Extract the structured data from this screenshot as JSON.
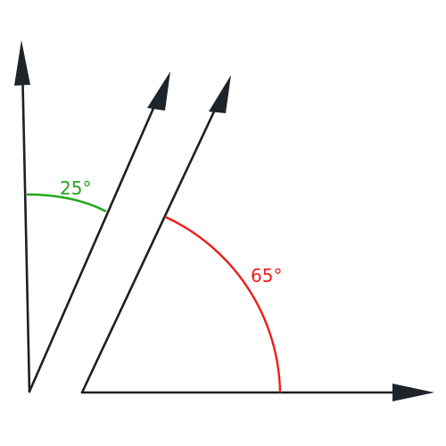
{
  "figure": {
    "angles": [
      {
        "label": "25°",
        "value_deg": 25,
        "color": "#22a619"
      },
      {
        "label": "65°",
        "value_deg": 65,
        "color": "#ee1c1c"
      }
    ],
    "ray_color": "#1f1f1f",
    "arrowhead_color": "#1f2429"
  }
}
